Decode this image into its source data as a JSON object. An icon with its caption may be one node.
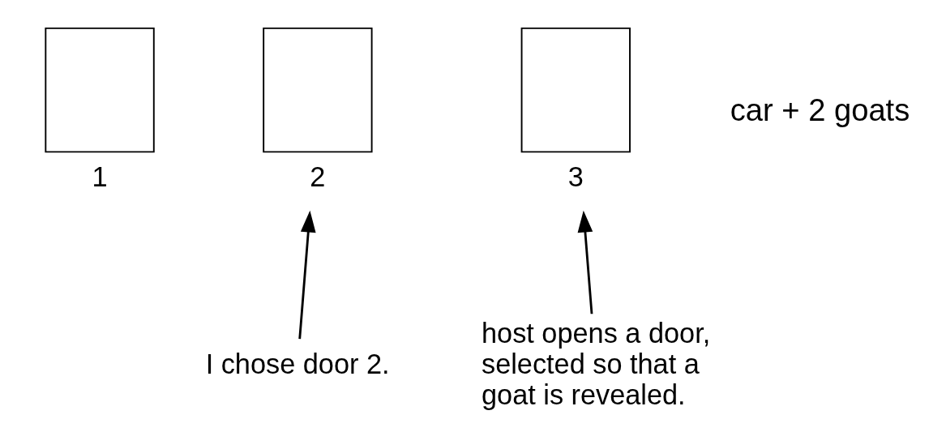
{
  "diagram": {
    "nodes": [
      {
        "text": [],
        "shape": "box",
        "beside": [
          "1"
        ]
      },
      {
        "text": [],
        "shape": "box",
        "beside": [
          "2"
        ]
      },
      {
        "text": [],
        "shape": "box",
        "beside": [
          "3"
        ]
      },
      {
        "text": [
          "I chose door 2."
        ]
      },
      {
        "text": [
          "host opens a door, selected so that a goat is revealed."
        ]
      }
    ],
    "edges": [
      {
        "from": 3,
        "to": 1,
        "arrow": "to"
      },
      {
        "from": 4,
        "to": 2,
        "arrow": "to"
      }
    ],
    "labels": [
      "car + 2 goats"
    ]
  }
}
